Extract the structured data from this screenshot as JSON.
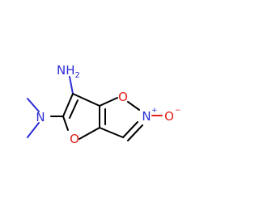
{
  "molecule": {
    "atoms": {
      "nh2": "NH2",
      "n_amine": "N",
      "o_furan": "O",
      "o_ring": "O",
      "n_oxide": "N",
      "n_oxide_charge": "+",
      "o_oxide": "O",
      "o_oxide_charge": "−"
    },
    "colors": {
      "nitrogen": "#2b2bd6",
      "oxygen": "#e0201a",
      "carbon_bond": "#000000"
    }
  }
}
